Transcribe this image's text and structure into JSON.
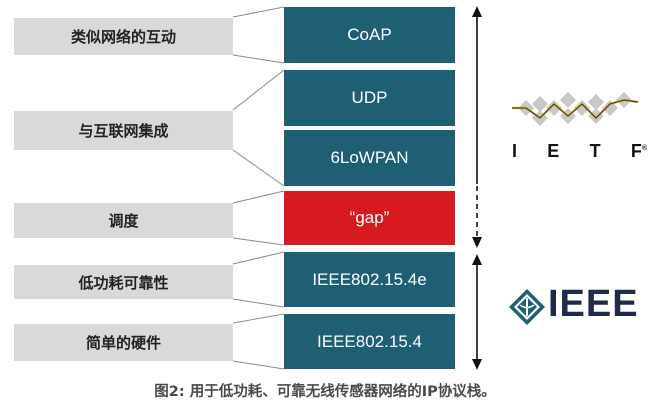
{
  "labels": {
    "interaction": "类似网络的互动",
    "integration": "与互联网集成",
    "scheduling": "调度",
    "low_power": "低功耗可靠性",
    "simple_hw": "简单的硬件"
  },
  "stack": {
    "coap": "CoAP",
    "udp": "UDP",
    "sixlowpan": "6LoWPAN",
    "gap": "“gap”",
    "ieee_e": "IEEE802.15.4e",
    "ieee": "IEEE802.15.4"
  },
  "logos": {
    "ietf": {
      "letters": [
        "I",
        "E",
        "T",
        "F"
      ],
      "reg": "®"
    },
    "ieee": {
      "text": "IEEE"
    }
  },
  "caption": "图2: 用于低功耗、可靠无线传感器网络的IP协议栈。",
  "colors": {
    "stack": "#1e5f74",
    "gap": "#d71920",
    "label": "#d9d9d9"
  }
}
